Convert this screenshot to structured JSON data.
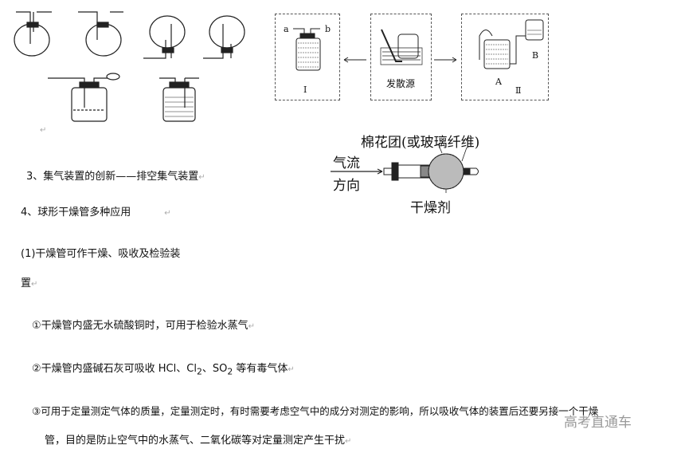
{
  "diagrams": {
    "diffusion": {
      "label_a": "a",
      "label_b": "b",
      "box1": "I",
      "source": "发散源",
      "label_A": "A",
      "label_B": "B",
      "box2": "Ⅱ"
    },
    "drying_tube": {
      "cotton": "棉花团(或玻璃纤维)",
      "flow1": "气流",
      "flow2": "方向",
      "desiccant": "干燥剂"
    }
  },
  "paragraph_mark": "↵",
  "text": {
    "h3": "3、集气装置的创新——排空集气装置",
    "h4": "4、球形干燥管多种应用",
    "p1a": "(1)干燥管可作干燥、吸收及检验装",
    "p1b": "置",
    "i1": "①干燥管内盛无水硫酸铜时，可用于检验水蒸气",
    "i2_pre": "②干燥管内盛碱石灰可吸收 HCl、Cl",
    "i2_sub1": "2",
    "i2_mid": "、SO",
    "i2_sub2": "2",
    "i2_post": " 等有毒气体",
    "i3a": "③可用于定量测定气体的质量，定量测定时，有时需要考虑空气中的成分对测定的影响，所以吸收气体的装置后还要另接一个干燥",
    "i3b": "管，目的是防止空气中的水蒸气、二氧化碳等对定量测定产生干扰"
  },
  "watermark": "高考直通车"
}
